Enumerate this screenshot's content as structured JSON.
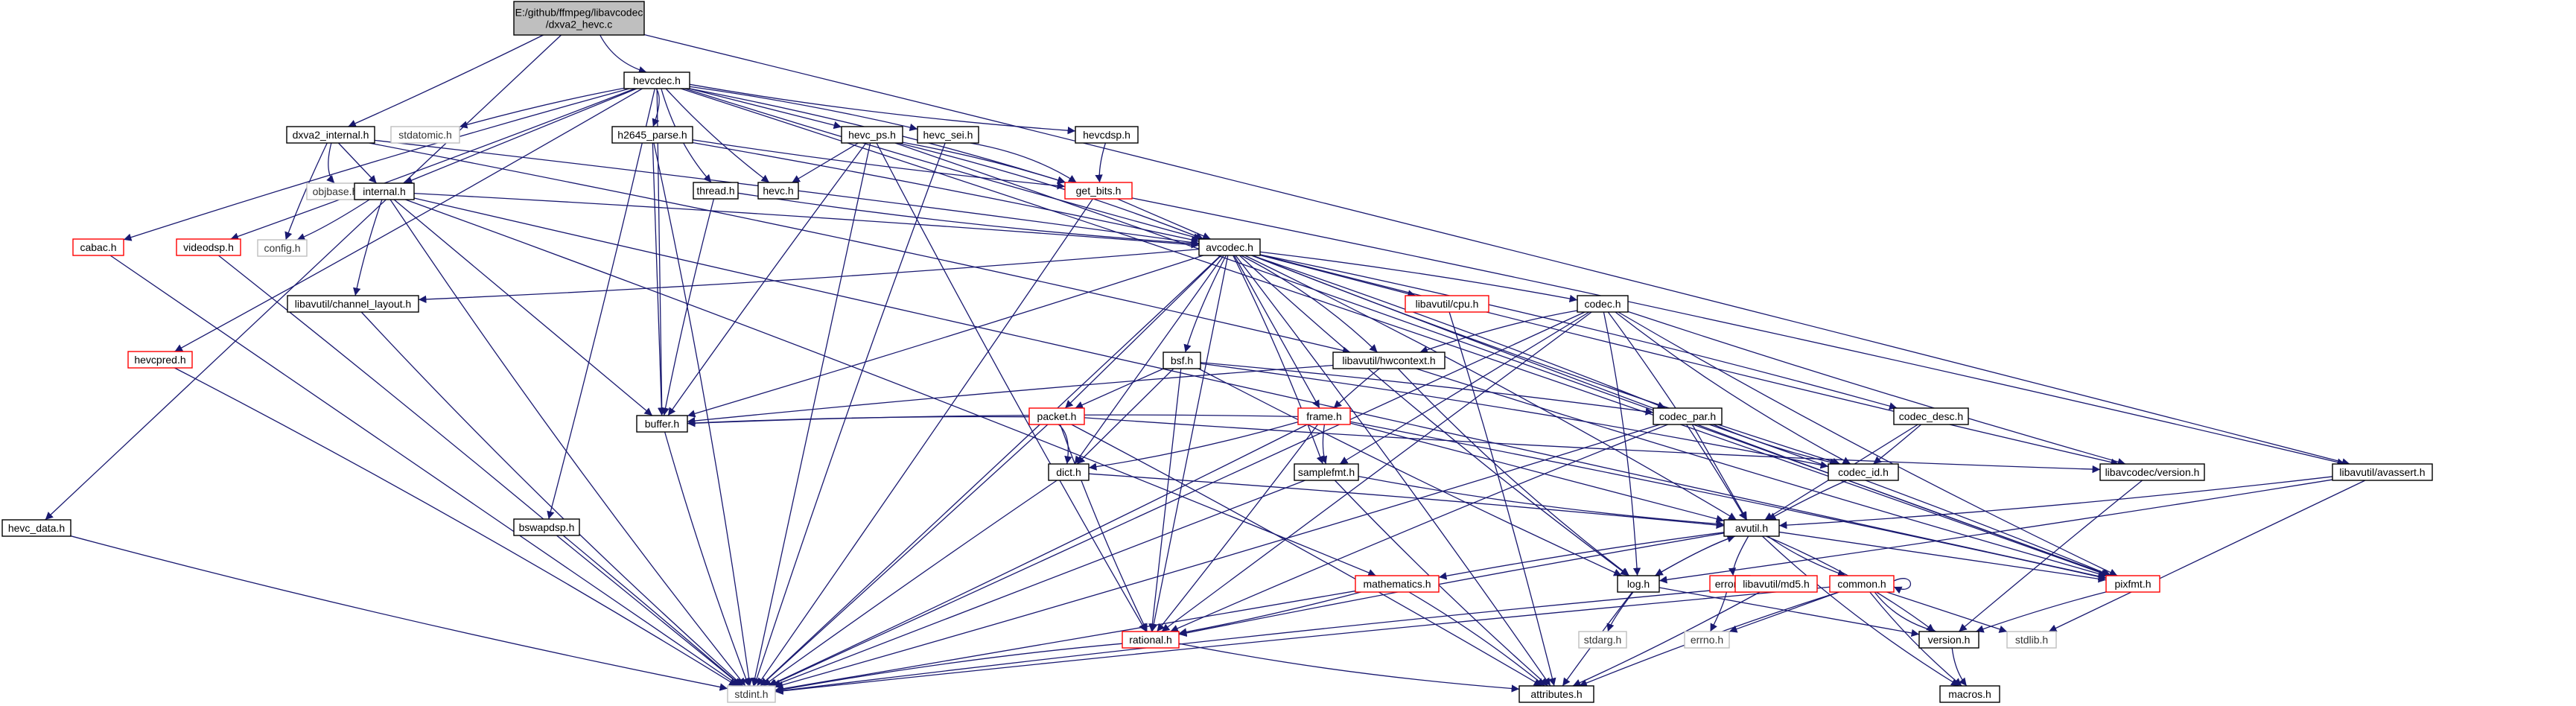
{
  "graph": {
    "colors": {
      "edge": "#191970",
      "node_text": "#000000",
      "node_text_muted": "#333333",
      "border_default": "#000000",
      "border_missing": "#bfbfbf",
      "border_truncated": "#ff0000",
      "root_fill": "#bfbfbf",
      "node_fill": "#ffffff"
    },
    "nodes": [
      {
        "id": "root",
        "label": "E:/github/ffmpeg/libavcodec\n/dxva2_hevc.c",
        "kind": "root"
      },
      {
        "id": "hevcdec",
        "label": "hevcdec.h",
        "kind": "normal"
      },
      {
        "id": "hevc_data",
        "label": "hevc_data.h",
        "kind": "normal"
      },
      {
        "id": "cabac",
        "label": "cabac.h",
        "kind": "truncated"
      },
      {
        "id": "hevcpred",
        "label": "hevcpred.h",
        "kind": "truncated"
      },
      {
        "id": "videodsp",
        "label": "videodsp.h",
        "kind": "truncated"
      },
      {
        "id": "dxva2_internal",
        "label": "dxva2_internal.h",
        "kind": "normal"
      },
      {
        "id": "objbase",
        "label": "objbase.h",
        "kind": "missing"
      },
      {
        "id": "config",
        "label": "config.h",
        "kind": "missing"
      },
      {
        "id": "internal",
        "label": "internal.h",
        "kind": "normal"
      },
      {
        "id": "stdatomic",
        "label": "stdatomic.h",
        "kind": "missing"
      },
      {
        "id": "h2645",
        "label": "h2645_parse.h",
        "kind": "normal"
      },
      {
        "id": "thread",
        "label": "thread.h",
        "kind": "normal"
      },
      {
        "id": "hevc",
        "label": "hevc.h",
        "kind": "normal"
      },
      {
        "id": "hevc_ps",
        "label": "hevc_ps.h",
        "kind": "normal"
      },
      {
        "id": "hevc_sei",
        "label": "hevc_sei.h",
        "kind": "normal"
      },
      {
        "id": "get_bits",
        "label": "get_bits.h",
        "kind": "truncated"
      },
      {
        "id": "hevcdsp",
        "label": "hevcdsp.h",
        "kind": "normal"
      },
      {
        "id": "avcodec",
        "label": "avcodec.h",
        "kind": "normal"
      },
      {
        "id": "channel_layout",
        "label": "libavutil/channel_layout.h",
        "kind": "normal"
      },
      {
        "id": "buffer",
        "label": "buffer.h",
        "kind": "normal"
      },
      {
        "id": "bswapdsp",
        "label": "bswapdsp.h",
        "kind": "normal"
      },
      {
        "id": "cpu",
        "label": "libavutil/cpu.h",
        "kind": "truncated"
      },
      {
        "id": "codec",
        "label": "codec.h",
        "kind": "normal"
      },
      {
        "id": "hwcontext",
        "label": "libavutil/hwcontext.h",
        "kind": "normal"
      },
      {
        "id": "bsf",
        "label": "bsf.h",
        "kind": "normal"
      },
      {
        "id": "packet",
        "label": "packet.h",
        "kind": "truncated"
      },
      {
        "id": "frame",
        "label": "frame.h",
        "kind": "truncated"
      },
      {
        "id": "codec_par",
        "label": "codec_par.h",
        "kind": "normal"
      },
      {
        "id": "codec_desc",
        "label": "codec_desc.h",
        "kind": "normal"
      },
      {
        "id": "codec_id",
        "label": "codec_id.h",
        "kind": "normal"
      },
      {
        "id": "avversion",
        "label": "libavcodec/version.h",
        "kind": "normal"
      },
      {
        "id": "avassert",
        "label": "libavutil/avassert.h",
        "kind": "normal"
      },
      {
        "id": "dict",
        "label": "dict.h",
        "kind": "normal"
      },
      {
        "id": "samplefmt",
        "label": "samplefmt.h",
        "kind": "normal"
      },
      {
        "id": "avutil",
        "label": "avutil.h",
        "kind": "normal"
      },
      {
        "id": "mathematics",
        "label": "mathematics.h",
        "kind": "truncated"
      },
      {
        "id": "log",
        "label": "log.h",
        "kind": "normal"
      },
      {
        "id": "error",
        "label": "error.h",
        "kind": "truncated"
      },
      {
        "id": "md5",
        "label": "libavutil/md5.h",
        "kind": "truncated"
      },
      {
        "id": "common",
        "label": "common.h",
        "kind": "truncated"
      },
      {
        "id": "pixfmt",
        "label": "pixfmt.h",
        "kind": "truncated"
      },
      {
        "id": "rational",
        "label": "rational.h",
        "kind": "truncated"
      },
      {
        "id": "stdarg",
        "label": "stdarg.h",
        "kind": "missing"
      },
      {
        "id": "errno",
        "label": "errno.h",
        "kind": "missing"
      },
      {
        "id": "version",
        "label": "version.h",
        "kind": "normal"
      },
      {
        "id": "stdlib",
        "label": "stdlib.h",
        "kind": "missing"
      },
      {
        "id": "stdint",
        "label": "stdint.h",
        "kind": "missing"
      },
      {
        "id": "attributes",
        "label": "attributes.h",
        "kind": "normal"
      },
      {
        "id": "macros",
        "label": "macros.h",
        "kind": "normal"
      }
    ],
    "edges": [
      [
        "root",
        "hevcdec"
      ],
      [
        "root",
        "dxva2_internal"
      ],
      [
        "root",
        "hevc_data"
      ],
      [
        "root",
        "avassert"
      ],
      [
        "hevcdec",
        "cabac"
      ],
      [
        "hevcdec",
        "hevcpred"
      ],
      [
        "hevcdec",
        "videodsp"
      ],
      [
        "hevcdec",
        "internal"
      ],
      [
        "hevcdec",
        "stdatomic"
      ],
      [
        "hevcdec",
        "h2645"
      ],
      [
        "hevcdec",
        "thread"
      ],
      [
        "hevcdec",
        "hevc"
      ],
      [
        "hevcdec",
        "hevc_ps"
      ],
      [
        "hevcdec",
        "hevc_sei"
      ],
      [
        "hevcdec",
        "get_bits"
      ],
      [
        "hevcdec",
        "hevcdsp"
      ],
      [
        "hevcdec",
        "avcodec"
      ],
      [
        "hevcdec",
        "buffer"
      ],
      [
        "hevcdec",
        "bswapdsp"
      ],
      [
        "hevcdec",
        "pixfmt"
      ],
      [
        "dxva2_internal",
        "objbase"
      ],
      [
        "dxva2_internal",
        "config"
      ],
      [
        "dxva2_internal",
        "internal"
      ],
      [
        "dxva2_internal",
        "avcodec"
      ],
      [
        "dxva2_internal",
        "hwcontext"
      ],
      [
        "internal",
        "config"
      ],
      [
        "internal",
        "channel_layout"
      ],
      [
        "internal",
        "buffer"
      ],
      [
        "internal",
        "avcodec"
      ],
      [
        "internal",
        "mathematics"
      ],
      [
        "internal",
        "stdint"
      ],
      [
        "internal",
        "pixfmt"
      ],
      [
        "cabac",
        "stdint"
      ],
      [
        "videodsp",
        "stdint"
      ],
      [
        "hevcpred",
        "stdint"
      ],
      [
        "hevc_data",
        "stdint"
      ],
      [
        "h2645",
        "get_bits"
      ],
      [
        "h2645",
        "buffer"
      ],
      [
        "h2645",
        "avcodec"
      ],
      [
        "h2645",
        "stdint"
      ],
      [
        "thread",
        "avcodec"
      ],
      [
        "thread",
        "buffer"
      ],
      [
        "hevc_ps",
        "hevc"
      ],
      [
        "hevc_ps",
        "get_bits"
      ],
      [
        "hevc_ps",
        "avcodec"
      ],
      [
        "hevc_ps",
        "buffer"
      ],
      [
        "hevc_ps",
        "rational"
      ],
      [
        "hevc_ps",
        "stdint"
      ],
      [
        "hevc_ps",
        "pixfmt"
      ],
      [
        "hevc_sei",
        "get_bits"
      ],
      [
        "hevc_sei",
        "stdint"
      ],
      [
        "hevcdsp",
        "get_bits"
      ],
      [
        "get_bits",
        "avcodec"
      ],
      [
        "get_bits",
        "stdint"
      ],
      [
        "get_bits",
        "avassert"
      ],
      [
        "avcodec",
        "channel_layout"
      ],
      [
        "avcodec",
        "buffer"
      ],
      [
        "avcodec",
        "cpu"
      ],
      [
        "avcodec",
        "codec"
      ],
      [
        "avcodec",
        "hwcontext"
      ],
      [
        "avcodec",
        "bsf"
      ],
      [
        "avcodec",
        "packet"
      ],
      [
        "avcodec",
        "frame"
      ],
      [
        "avcodec",
        "codec_par"
      ],
      [
        "avcodec",
        "codec_desc"
      ],
      [
        "avcodec",
        "codec_id"
      ],
      [
        "avcodec",
        "avversion"
      ],
      [
        "avcodec",
        "dict"
      ],
      [
        "avcodec",
        "samplefmt"
      ],
      [
        "avcodec",
        "avutil"
      ],
      [
        "avcodec",
        "log"
      ],
      [
        "avcodec",
        "pixfmt"
      ],
      [
        "avcodec",
        "rational"
      ],
      [
        "avcodec",
        "attributes"
      ],
      [
        "avcodec",
        "stdint"
      ],
      [
        "channel_layout",
        "stdint"
      ],
      [
        "buffer",
        "stdint"
      ],
      [
        "bswapdsp",
        "stdint"
      ],
      [
        "cpu",
        "attributes"
      ],
      [
        "codec",
        "hwcontext"
      ],
      [
        "codec",
        "codec_id"
      ],
      [
        "codec",
        "avversion"
      ],
      [
        "codec",
        "samplefmt"
      ],
      [
        "codec",
        "avutil"
      ],
      [
        "codec",
        "log"
      ],
      [
        "codec",
        "pixfmt"
      ],
      [
        "codec",
        "rational"
      ],
      [
        "codec",
        "stdint"
      ],
      [
        "hwcontext",
        "buffer"
      ],
      [
        "hwcontext",
        "frame"
      ],
      [
        "hwcontext",
        "log"
      ],
      [
        "hwcontext",
        "pixfmt"
      ],
      [
        "bsf",
        "packet"
      ],
      [
        "bsf",
        "codec_par"
      ],
      [
        "bsf",
        "codec_id"
      ],
      [
        "bsf",
        "dict"
      ],
      [
        "bsf",
        "log"
      ],
      [
        "bsf",
        "rational"
      ],
      [
        "packet",
        "buffer"
      ],
      [
        "packet",
        "dict"
      ],
      [
        "packet",
        "avversion"
      ],
      [
        "packet",
        "rational"
      ],
      [
        "packet",
        "stdint"
      ],
      [
        "packet",
        "attributes"
      ],
      [
        "frame",
        "buffer"
      ],
      [
        "frame",
        "dict"
      ],
      [
        "frame",
        "samplefmt"
      ],
      [
        "frame",
        "avutil"
      ],
      [
        "frame",
        "pixfmt"
      ],
      [
        "frame",
        "rational"
      ],
      [
        "frame",
        "stdint"
      ],
      [
        "codec_par",
        "codec_id"
      ],
      [
        "codec_par",
        "avutil"
      ],
      [
        "codec_par",
        "pixfmt"
      ],
      [
        "codec_par",
        "rational"
      ],
      [
        "codec_par",
        "stdint"
      ],
      [
        "codec_desc",
        "codec_id"
      ],
      [
        "codec_desc",
        "avutil"
      ],
      [
        "codec_id",
        "avutil"
      ],
      [
        "avversion",
        "version"
      ],
      [
        "avassert",
        "avutil"
      ],
      [
        "avassert",
        "log"
      ],
      [
        "avassert",
        "stdlib"
      ],
      [
        "dict",
        "avutil"
      ],
      [
        "dict",
        "stdint"
      ],
      [
        "samplefmt",
        "avutil"
      ],
      [
        "samplefmt",
        "attributes"
      ],
      [
        "samplefmt",
        "stdint"
      ],
      [
        "avutil",
        "mathematics"
      ],
      [
        "avutil",
        "log"
      ],
      [
        "avutil",
        "error"
      ],
      [
        "avutil",
        "common"
      ],
      [
        "avutil",
        "pixfmt"
      ],
      [
        "avutil",
        "rational"
      ],
      [
        "avutil",
        "version"
      ],
      [
        "avutil",
        "macros"
      ],
      [
        "mathematics",
        "rational"
      ],
      [
        "mathematics",
        "stdint"
      ],
      [
        "mathematics",
        "attributes"
      ],
      [
        "log",
        "avutil"
      ],
      [
        "log",
        "stdarg"
      ],
      [
        "log",
        "attributes"
      ],
      [
        "log",
        "version"
      ],
      [
        "error",
        "errno"
      ],
      [
        "md5",
        "stdint"
      ],
      [
        "md5",
        "attributes"
      ],
      [
        "common",
        "common"
      ],
      [
        "common",
        "errno"
      ],
      [
        "common",
        "stdint"
      ],
      [
        "common",
        "attributes"
      ],
      [
        "common",
        "version"
      ],
      [
        "common",
        "macros"
      ],
      [
        "common",
        "stdlib"
      ],
      [
        "pixfmt",
        "version"
      ],
      [
        "rational",
        "stdint"
      ],
      [
        "rational",
        "attributes"
      ],
      [
        "version",
        "macros"
      ]
    ]
  }
}
